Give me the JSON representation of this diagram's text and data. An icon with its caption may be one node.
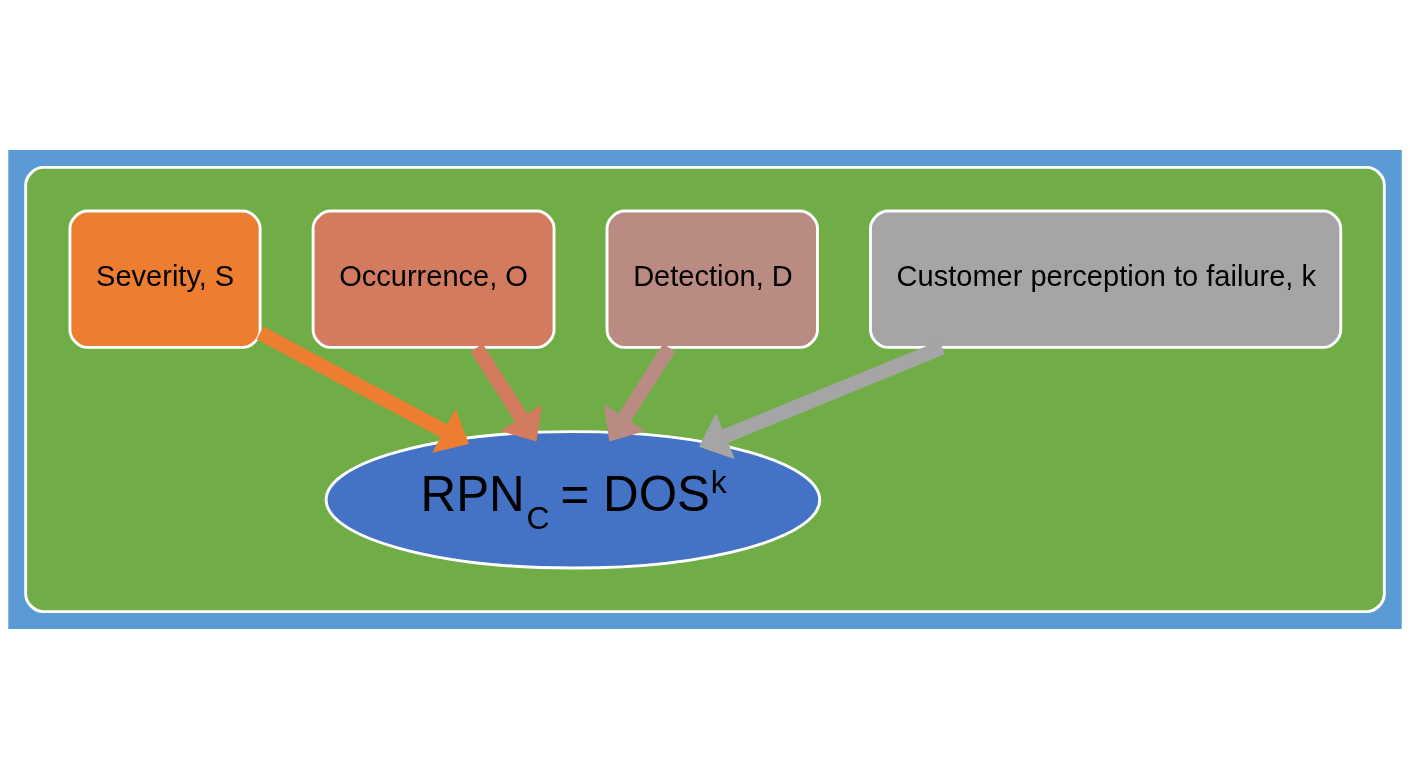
{
  "diagram": {
    "nodes": [
      {
        "text": [],
        "shape": "box"
      },
      {
        "text": [
          "Severity, S"
        ],
        "in": 0
      },
      {
        "text": [
          "Occurrence, O"
        ],
        "in": 0
      },
      {
        "text": [
          "Detection, D"
        ],
        "in": 0
      },
      {
        "text": [
          "Customer perception to failure, k"
        ],
        "in": 0
      },
      {
        "text": [
          "RPN$_{C}$ = DOS$^{k}$"
        ],
        "in": 0
      }
    ],
    "edges": [
      {
        "from": 1,
        "to": 5,
        "arrow": "to",
        "color": "#ed7d31"
      },
      {
        "from": 2,
        "to": 5,
        "arrow": "to",
        "color": "#d27b5e"
      },
      {
        "from": 3,
        "to": 5,
        "arrow": "to",
        "color": "#b98b82"
      },
      {
        "from": 4,
        "to": 5,
        "arrow": "to",
        "color": "#a5a5a5"
      }
    ]
  }
}
